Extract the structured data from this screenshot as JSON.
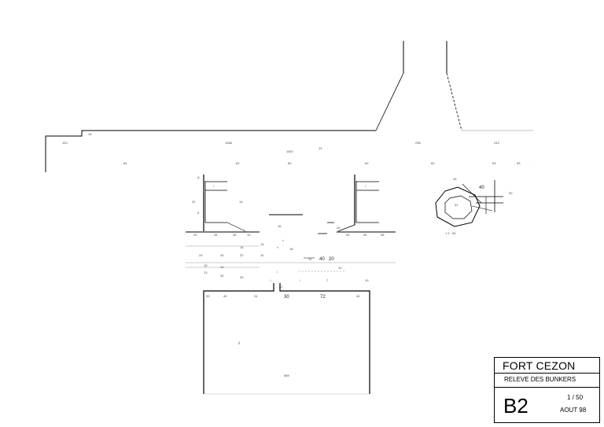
{
  "title_block": {
    "project": "FORT CEZON",
    "subtitle": "RELEVE DES BUNKERS",
    "sheet_code": "B2",
    "scale": "1 / 50",
    "date": "AOUT 98"
  },
  "plan_labels": {
    "d40_a": "40",
    "d40_b": "40",
    "d40_c": "40",
    "d20": "20",
    "d30": "30",
    "d72": "72"
  }
}
